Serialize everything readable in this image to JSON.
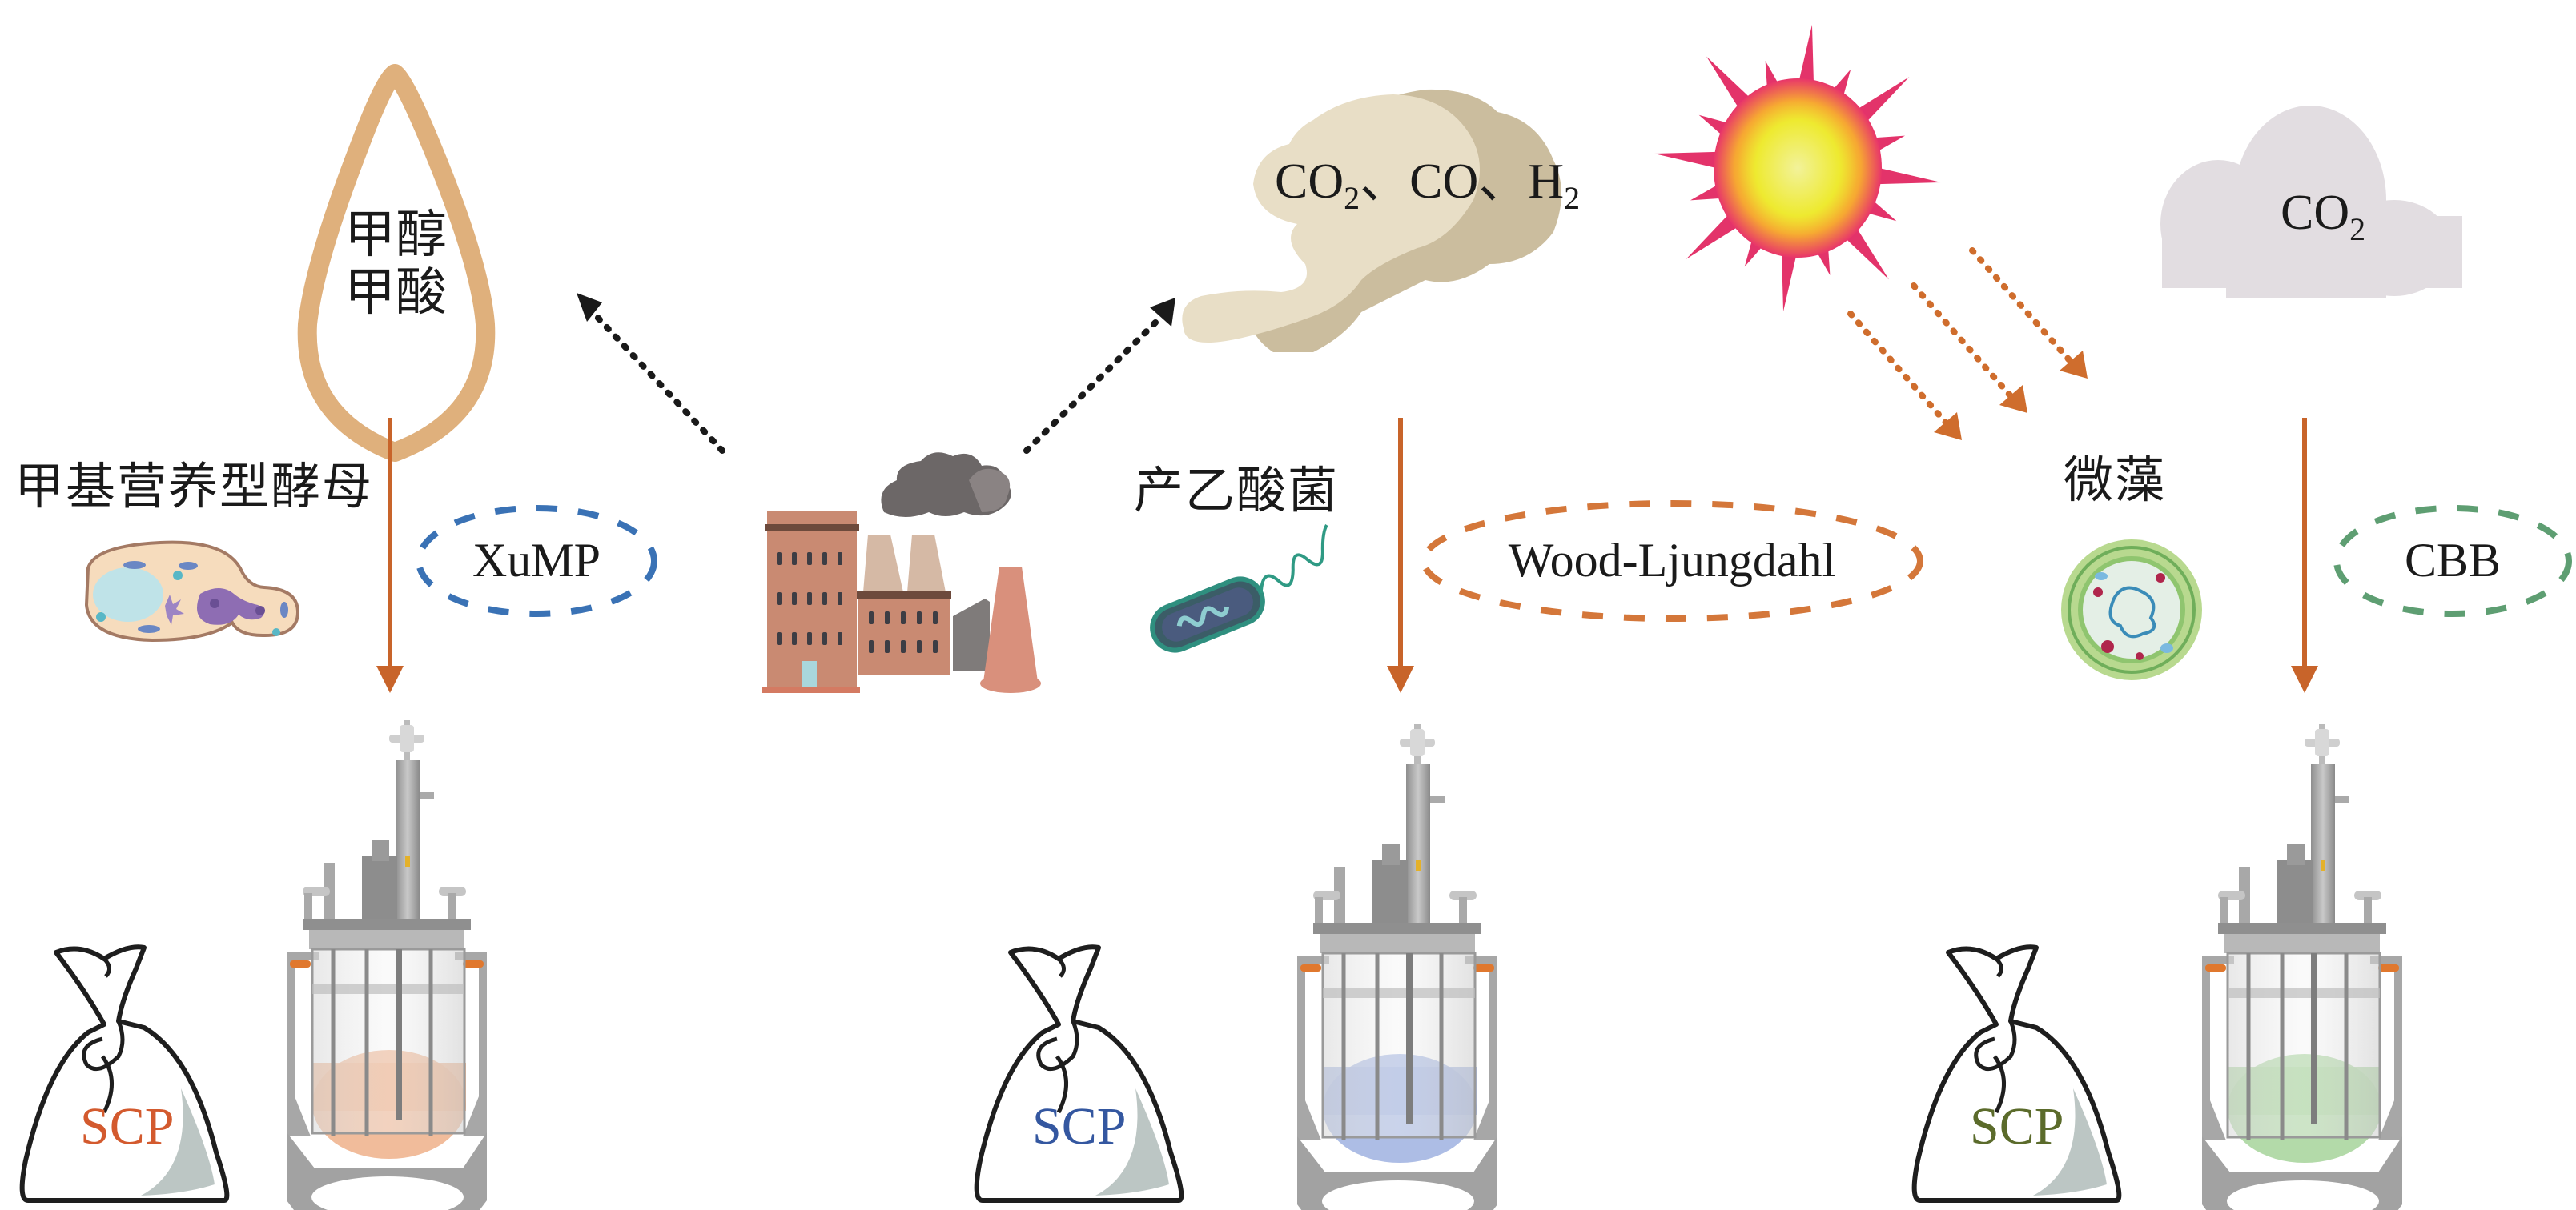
{
  "figure": {
    "title": "",
    "source": {
      "label": "factory",
      "icon": "factory-icon"
    },
    "colors": {
      "flow_arrow": "#c8642a",
      "source_arrow": "#1a1a1a",
      "sunlight_arrow": "#cf6d2d",
      "xump_ellipse": "#3a72b5",
      "wl_ellipse": "#d4773a",
      "cbb_ellipse": "#5e9e72",
      "drop_outline": "#dfb07c",
      "syngas_cloud": "#e8dec6",
      "co2_cloud": "#e2dde1",
      "scp_orange": "#d35a2e",
      "scp_blue": "#3457a0",
      "scp_green": "#5b6b2b",
      "broth_orange": "#efb08a",
      "broth_blue": "#9fb1e0",
      "broth_green": "#a6d49a"
    },
    "routes": [
      {
        "id": "methylotrophic",
        "feedstock_lines": [
          "甲醇",
          "甲酸"
        ],
        "feedstock_icon": "droplet-icon",
        "organism": "甲基营养型酵母",
        "organism_icon": "yeast-cell-icon",
        "pathway": "XuMP",
        "product": "SCP",
        "product_color": "#d35a2e",
        "reactor_icon": "bioreactor-icon"
      },
      {
        "id": "acetogen",
        "feedstock_parts": [
          {
            "base": "CO",
            "sub": "2"
          },
          {
            "sep": "、"
          },
          {
            "base": "CO",
            "sub": ""
          },
          {
            "sep": "、"
          },
          {
            "base": "H",
            "sub": "2"
          }
        ],
        "feedstock_icon": "smoke-cloud-icon",
        "organism": "产乙酸菌",
        "organism_icon": "bacterium-icon",
        "pathway": "Wood-Ljungdahl",
        "product": "SCP",
        "product_color": "#3457a0",
        "reactor_icon": "bioreactor-icon"
      },
      {
        "id": "microalgae",
        "feedstock_parts": [
          {
            "base": "CO",
            "sub": "2"
          }
        ],
        "feedstock_icon": "cloud-icon",
        "energy_icon": "sun-icon",
        "organism": "微藻",
        "organism_icon": "microalga-cell-icon",
        "pathway": "CBB",
        "product": "SCP",
        "product_color": "#5b6b2b",
        "reactor_icon": "bioreactor-icon"
      }
    ]
  }
}
